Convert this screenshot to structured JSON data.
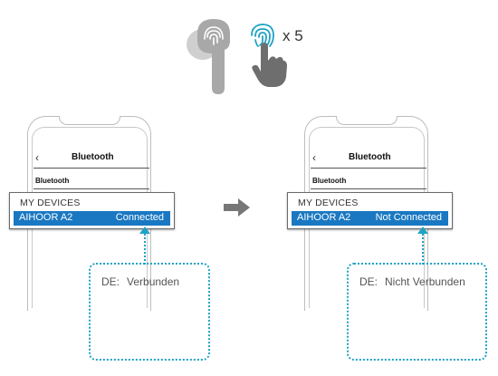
{
  "gesture": {
    "multiplier": "x 5"
  },
  "left_panel": {
    "screen_title": "Bluetooth",
    "screen_row": "Bluetooth",
    "devices_header": "MY DEVICES",
    "device_name": "AIHOOR A2",
    "device_status": "Connected",
    "callout_lang": "DE:",
    "callout_text": "Verbunden"
  },
  "right_panel": {
    "screen_title": "Bluetooth",
    "screen_row": "Bluetooth",
    "devices_header": "MY DEVICES",
    "device_name": "AIHOOR A2",
    "device_status": "Not Connected",
    "callout_lang": "DE:",
    "callout_text": "Nicht Verbunden"
  },
  "icons": {
    "back": "chevron-left-icon",
    "arrow": "arrow-right-icon",
    "earbud": "earbud-icon",
    "touch": "fingerprint-touch-icon",
    "hand": "tapping-hand-icon"
  },
  "colors": {
    "accent_blue": "#1a78c2",
    "callout_cyan": "#1fa3c4",
    "earbud_gray": "#a8a8a8",
    "arrow_gray": "#777777"
  }
}
